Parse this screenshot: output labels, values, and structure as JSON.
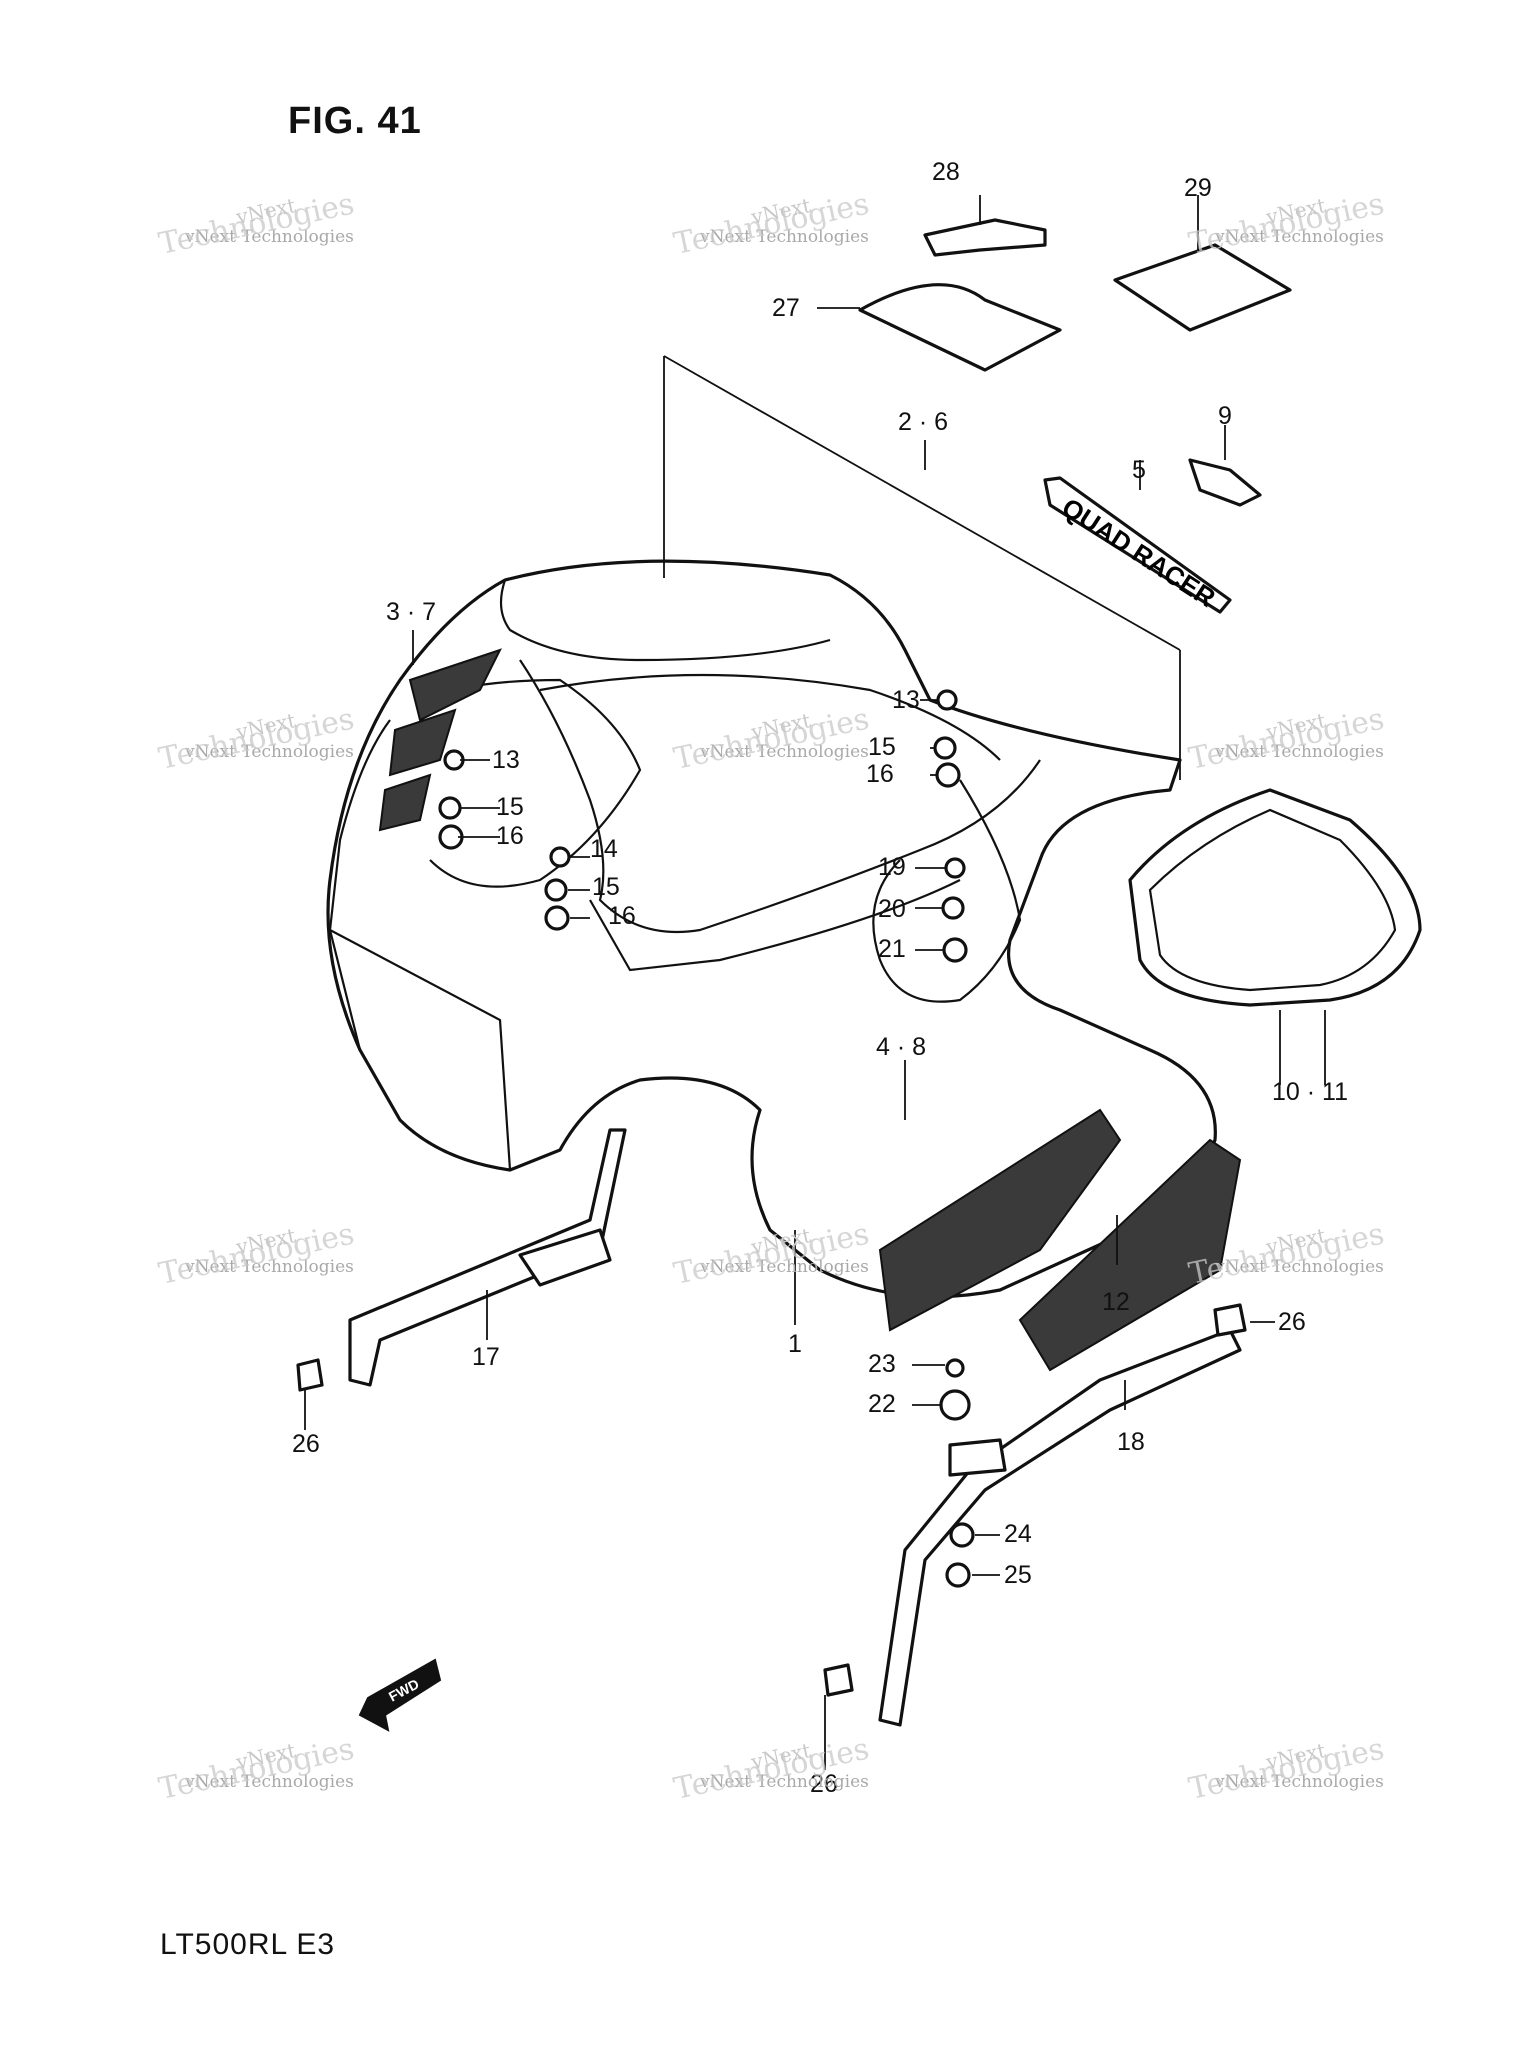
{
  "figure": {
    "title": "FIG. 41",
    "model_code": "LT500RL  E3",
    "forward_marker": "FWD",
    "decal_text": "QUAD RACER"
  },
  "callouts": [
    {
      "id": "c28",
      "label": "28"
    },
    {
      "id": "c29",
      "label": "29"
    },
    {
      "id": "c27",
      "label": "27"
    },
    {
      "id": "c2_6",
      "label": "2 · 6"
    },
    {
      "id": "c9",
      "label": "9"
    },
    {
      "id": "c5",
      "label": "5"
    },
    {
      "id": "c3_7",
      "label": "3 · 7"
    },
    {
      "id": "c13a",
      "label": "13"
    },
    {
      "id": "c15a",
      "label": "15"
    },
    {
      "id": "c16a",
      "label": "16"
    },
    {
      "id": "c13b",
      "label": "13"
    },
    {
      "id": "c15b",
      "label": "15"
    },
    {
      "id": "c16b",
      "label": "16"
    },
    {
      "id": "c14",
      "label": "14"
    },
    {
      "id": "c15c",
      "label": "15"
    },
    {
      "id": "c16c",
      "label": "16"
    },
    {
      "id": "c19",
      "label": "19"
    },
    {
      "id": "c20",
      "label": "20"
    },
    {
      "id": "c21",
      "label": "21"
    },
    {
      "id": "c4_8",
      "label": "4 · 8"
    },
    {
      "id": "c10_11",
      "label": "10 · 11"
    },
    {
      "id": "c12",
      "label": "12"
    },
    {
      "id": "c26a",
      "label": "26"
    },
    {
      "id": "c17",
      "label": "17"
    },
    {
      "id": "c1",
      "label": "1"
    },
    {
      "id": "c23",
      "label": "23"
    },
    {
      "id": "c22",
      "label": "22"
    },
    {
      "id": "c18",
      "label": "18"
    },
    {
      "id": "c26b",
      "label": "26"
    },
    {
      "id": "c24",
      "label": "24"
    },
    {
      "id": "c25",
      "label": "25"
    },
    {
      "id": "c26c",
      "label": "26"
    }
  ],
  "watermark": {
    "line1": "vNext",
    "line2": "vNext Technologies",
    "line3": "Technologies"
  }
}
